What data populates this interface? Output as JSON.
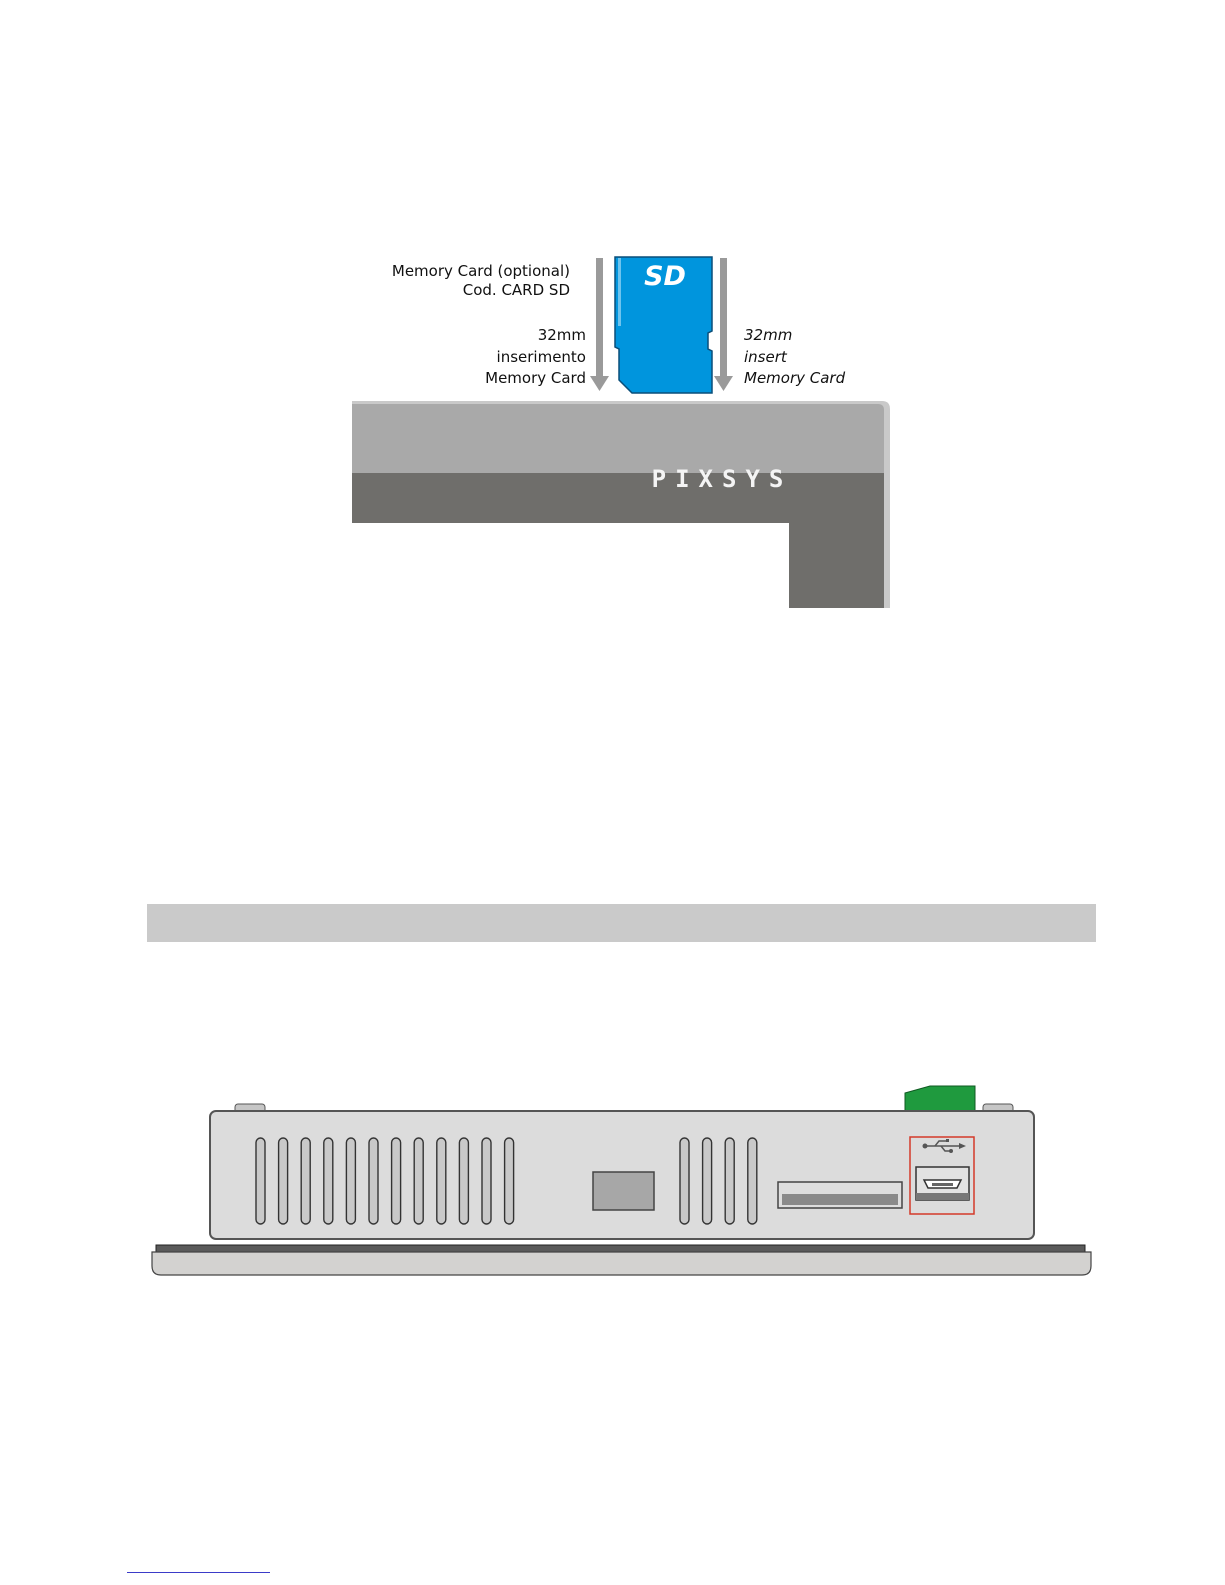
{
  "sd_diagram": {
    "card_label_line1": "Memory Card  (optional)",
    "card_label_line2": "Cod. CARD SD",
    "it_label": [
      "32mm",
      "inserimento",
      "Memory Card"
    ],
    "en_label": [
      "32mm",
      "insert",
      "Memory Card"
    ],
    "sd_logo": "SD",
    "brand": "PIXSYS"
  },
  "colors": {
    "sd_card": "#0095dd",
    "panel_top": "#a9a9a9",
    "panel_band": "#6f6e6b",
    "housing": "#dcdcdc",
    "green_connector": "#1f9a3e",
    "usb_highlight": "#d43a2a",
    "section_bar": "#cacaca"
  },
  "side_view": {
    "vent_groups": [
      12,
      4
    ],
    "icons": [
      "usb-icon"
    ]
  }
}
